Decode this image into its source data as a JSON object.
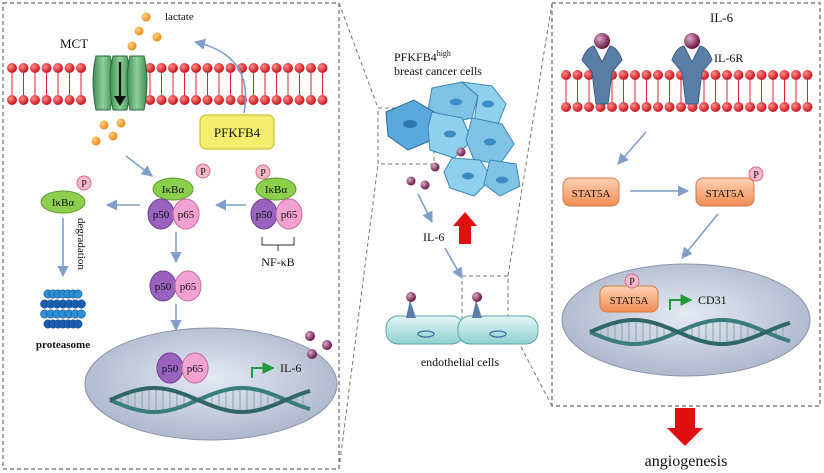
{
  "left_panel": {
    "mct": "MCT",
    "lactate": "lactate",
    "pfkfb4_box": "PFKFB4",
    "ikba": "IκBα",
    "p50": "p50",
    "p65": "p65",
    "phospho": "P",
    "nfkb": "NF-κB",
    "degradation": "degradation",
    "proteasome": "proteasome",
    "il6_gene": "IL-6"
  },
  "middle": {
    "title_main": "PFKFB4",
    "title_sup": "high",
    "title_line2": "breast cancer cells",
    "il6": "IL-6",
    "endothelial": "endothelial cells"
  },
  "right_panel": {
    "il6": "IL-6",
    "il6r": "IL-6R",
    "stat5a": "STAT5A",
    "phospho": "P",
    "cd31": "CD31"
  },
  "bottom": {
    "angiogenesis": "angiogenesis"
  },
  "colors": {
    "membrane_red": "#d9262e",
    "arrow_blue": "#7f9ec9",
    "green_mct": "#5fa870",
    "ikba_green": "#8ccf4c",
    "p50_purple": "#9a62bf",
    "p65_pink": "#f2a2d0",
    "pfkfb4_yellow": "#f3ee6e",
    "stat5a_orange": "#f6a87a",
    "receptor_blue": "#5b7ea7",
    "ligand_purple": "#7a1f52",
    "nucleus_gray": "#b9c2d6",
    "dna_teal": "#3b7c7c",
    "red_arrow": "#e10f0f",
    "cell_blue": "#7fc3e4",
    "endo_teal": "#bfe6e6"
  }
}
